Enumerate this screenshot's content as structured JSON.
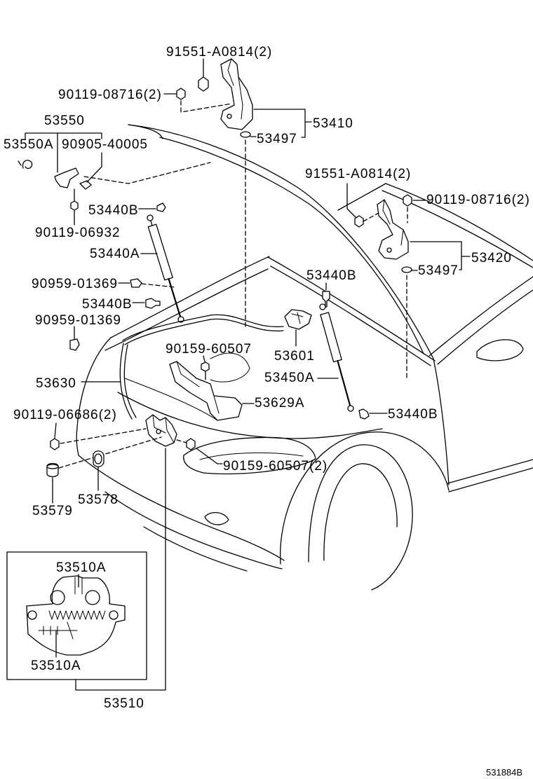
{
  "callouts": [
    "91551-A0814(2)",
    "90119-08716(2)",
    "53550",
    "53550A",
    "90905-40005",
    "53410",
    "53497",
    "91551-A0814(2)",
    "90119-08716(2)",
    "53440B",
    "90119-06932",
    "53440A",
    "53420",
    "53497",
    "53440B",
    "90959-01369",
    "53440B",
    "90959-01369",
    "90159-60507",
    "53601",
    "53630",
    "53450A",
    "53629A",
    "90119-06686(2)",
    "53440B",
    "90159-60507(2)",
    "53578",
    "53579",
    "53510A",
    "53510A",
    "53510"
  ],
  "illustration_code": "531884B",
  "colors": {
    "line": "#000000",
    "background": "#ffffff"
  }
}
